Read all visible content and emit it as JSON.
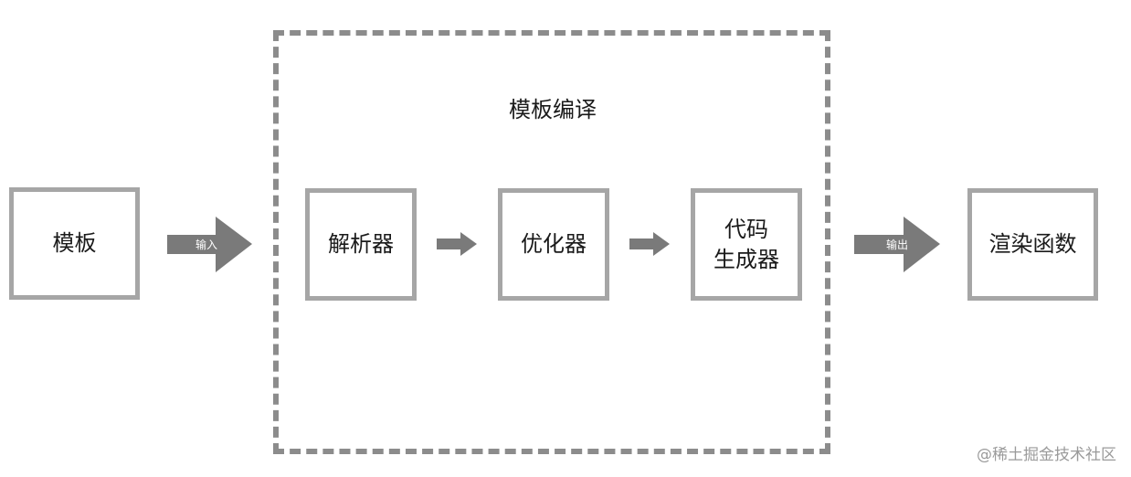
{
  "compile_group": {
    "title": "模板编译"
  },
  "nodes": {
    "template": "模板",
    "parser": "解析器",
    "optimizer": "优化器",
    "codegen": "代码\n生成器",
    "render_function": "渲染函数"
  },
  "edges": {
    "input_label": "输入",
    "output_label": "输出"
  },
  "watermark": "@稀土掘金技术社区",
  "colors": {
    "box_border": "#a6a6a6",
    "arrow": "#7a7a7a",
    "dashed_border": "#8c8c8c",
    "text": "#1a1a1a"
  }
}
